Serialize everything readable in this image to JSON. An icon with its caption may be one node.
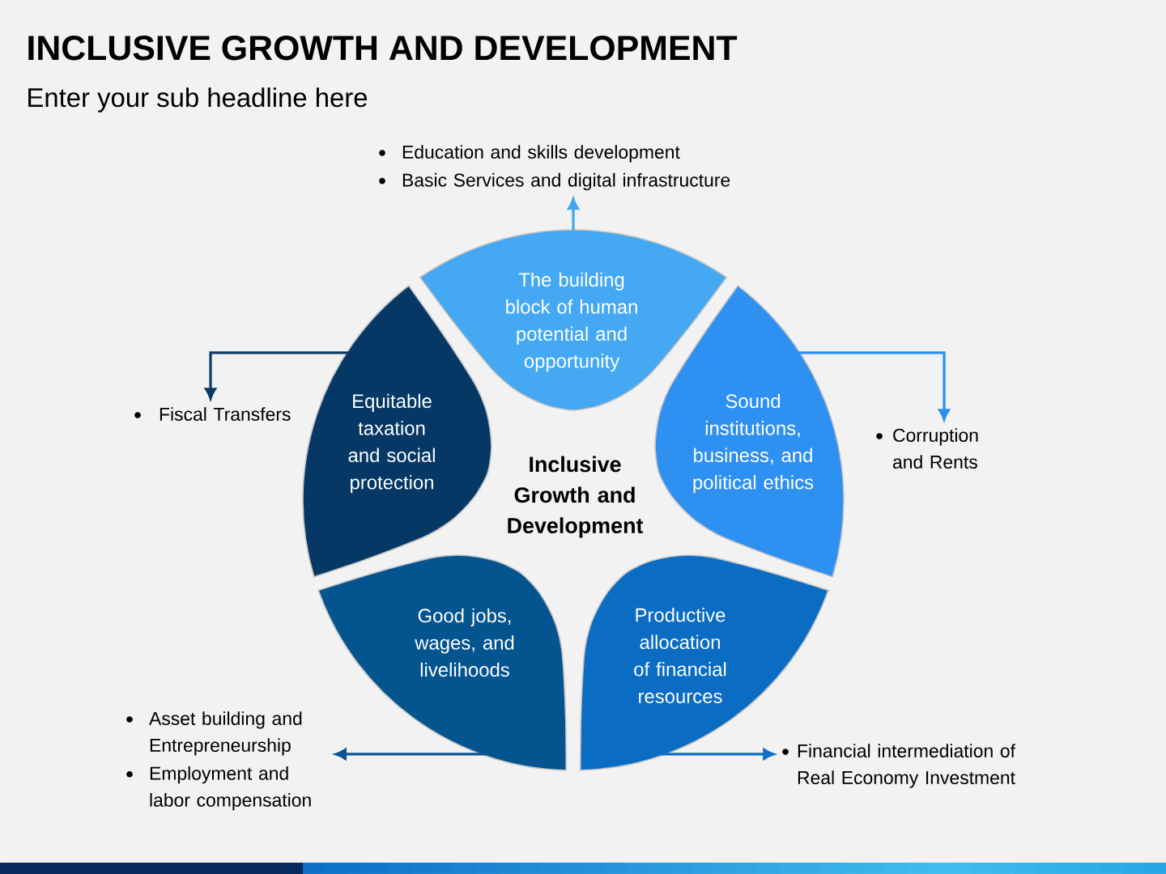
{
  "diagram": {
    "title": "INCLUSIVE GROWTH AND DEVELOPMENT",
    "nodes": [
      {
        "text": [
          "Education and skills development",
          "Basic Services and digital infrastructure"
        ]
      },
      {
        "text": [
          "The building block of human potential and opportunity"
        ]
      },
      {
        "text": [
          "Fiscal Transfers"
        ]
      },
      {
        "text": [
          "Equitable taxation and social protection"
        ]
      },
      {
        "text": [
          "Sound institutions, business, and political ethics"
        ]
      },
      {
        "text": [
          "Corruption and Rents"
        ]
      },
      {
        "text": [
          "Inclusive Growth and Development"
        ]
      },
      {
        "text": [
          "Good jobs, wages, and livelihoods"
        ]
      },
      {
        "text": [
          "Productive allocation of financial resources"
        ]
      },
      {
        "text": [
          "Asset building and Entrepreneurship",
          "Employment and labor compensation"
        ]
      },
      {
        "text": [
          "Financial intermediation of Real Economy Investment"
        ]
      }
    ],
    "edges": [
      {
        "from": 1,
        "to": 0,
        "arrow": "to",
        "color": "#3ea6f0"
      },
      {
        "from": 3,
        "to": 2,
        "arrow": "to",
        "color": "#0a3b66"
      },
      {
        "from": 4,
        "to": 5,
        "arrow": "to",
        "color": "#2a8ef0"
      },
      {
        "from": 7,
        "to": 9,
        "arrow": "to",
        "color": "#0a5595"
      },
      {
        "from": 8,
        "to": 10,
        "arrow": "to",
        "color": "#106fc4"
      }
    ],
    "labels": [
      "Enter your sub headline here"
    ]
  }
}
